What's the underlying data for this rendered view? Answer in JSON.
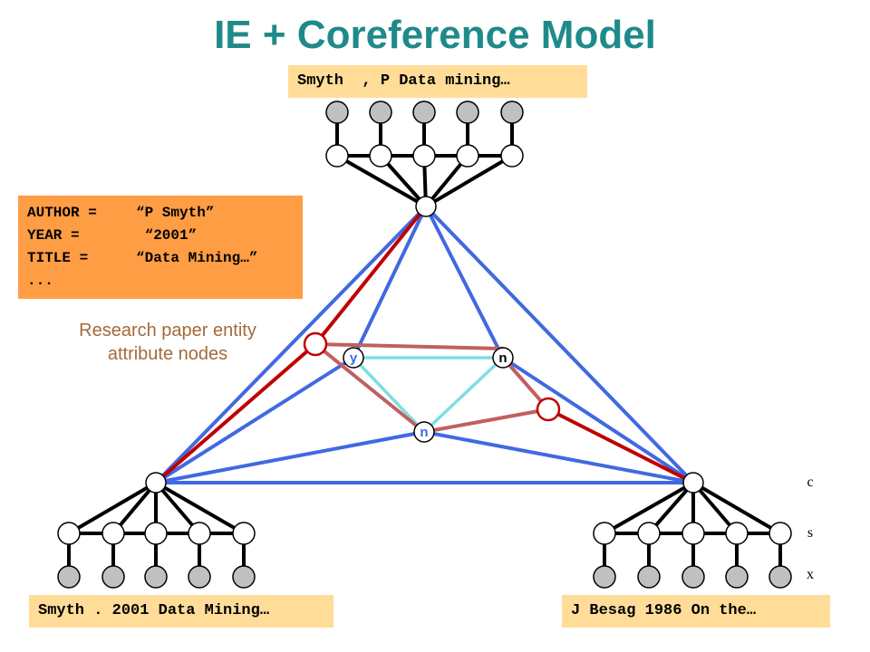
{
  "title": "IE + Coreference Model",
  "citations": {
    "top": "Smyth  , P Data mining…",
    "left": "Smyth . 2001 Data Mining…",
    "right": "J Besag 1986 On the…"
  },
  "record": {
    "lines": [
      {
        "key": "AUTHOR =",
        "value": "“P Smyth”"
      },
      {
        "key": "YEAR =",
        "value": " “2001”"
      },
      {
        "key": "TITLE =",
        "value": "“Data Mining…”"
      },
      {
        "key": "...",
        "value": ""
      }
    ]
  },
  "caption": {
    "line1": "Research paper entity",
    "line2": "attribute nodes"
  },
  "side_labels": {
    "c": "c",
    "s": "s",
    "x": "x"
  },
  "coref_nodes": {
    "left": "y",
    "right": "n",
    "bottom": "n"
  },
  "colors": {
    "title": "#1f8a8a",
    "blue_edge": "#4169e1",
    "red_edge": "#c00000",
    "muted_red_edge": "#c06060",
    "cyan_edge": "#80dede",
    "observed_node": "#c0c0c0",
    "citation_bg": "#ffdd99",
    "record_bg": "#ff9d45"
  }
}
